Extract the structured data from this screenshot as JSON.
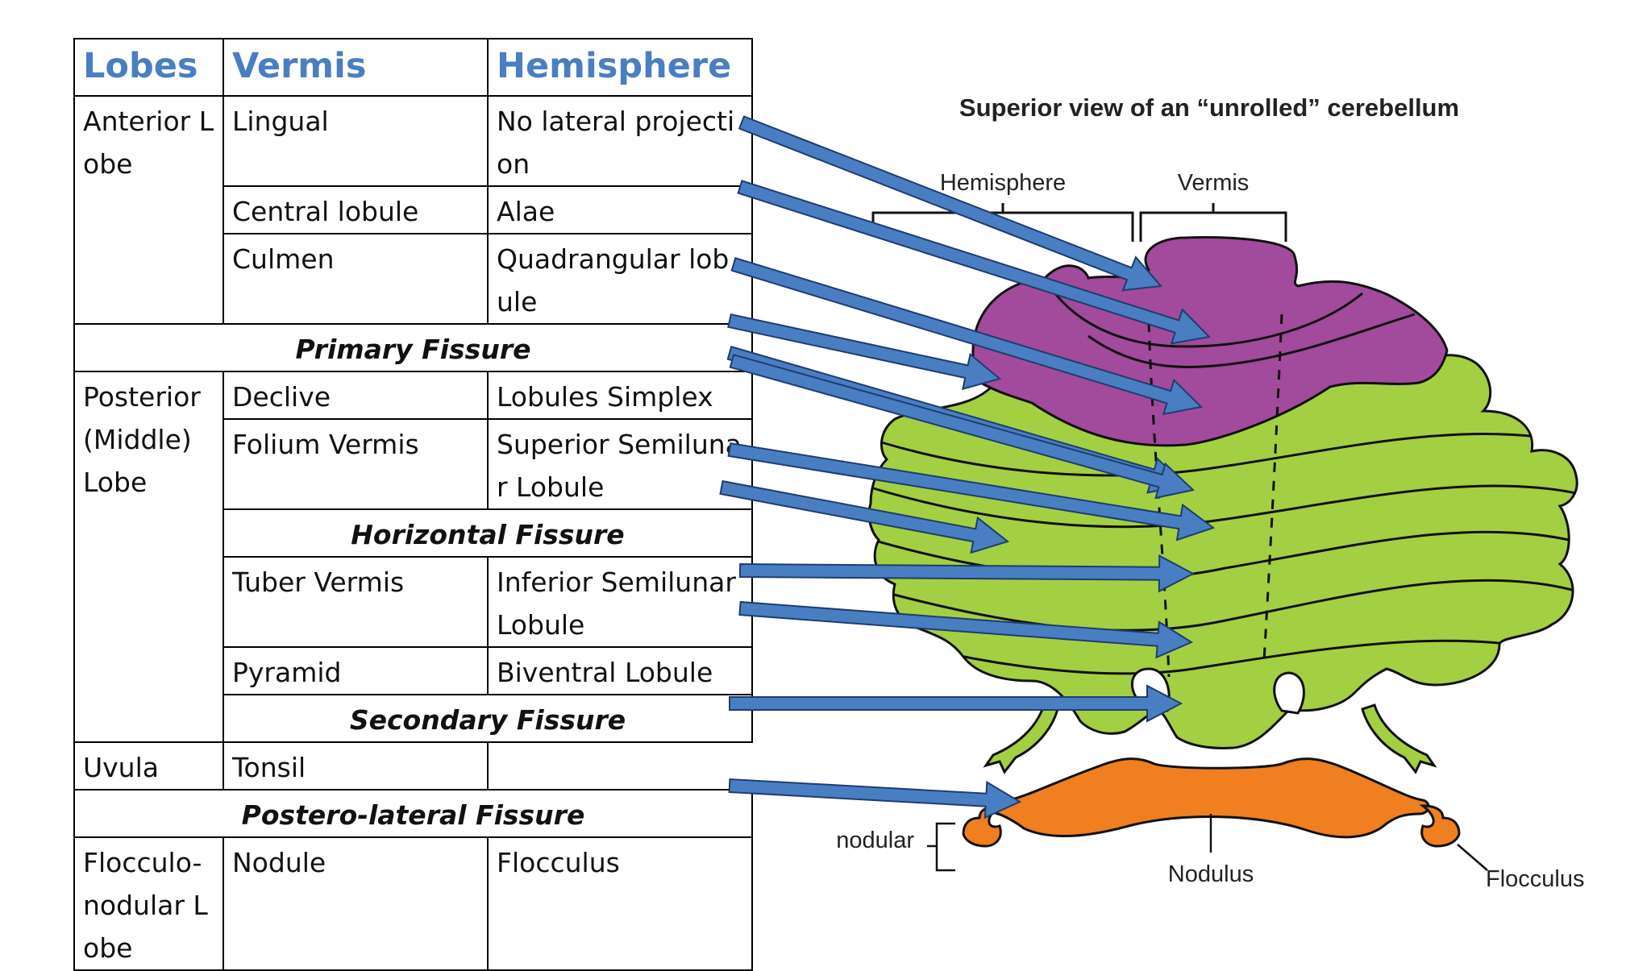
{
  "table": {
    "headers": {
      "lobes": "Lobes",
      "vermis": "Vermis",
      "hemisphere": "Hemisphere"
    },
    "anterior_lobe": "Anterior Lobe",
    "posterior_lobe": "Posterior (Middle) Lobe",
    "flocculonodular_lobe": "Flocculo-nodular Lobe",
    "rows": [
      {
        "vermis": "Lingual",
        "hemisphere": "No lateral projection"
      },
      {
        "vermis": "Central lobule",
        "hemisphere": "Alae"
      },
      {
        "vermis": "Culmen",
        "hemisphere": "Quadrangular lobule"
      },
      {
        "vermis": "Declive",
        "hemisphere": "Lobules Simplex"
      },
      {
        "vermis": "Folium Vermis",
        "hemisphere": "Superior Semilunar Lobule"
      },
      {
        "vermis": "Tuber Vermis",
        "hemisphere": "Inferior Semilunar Lobule"
      },
      {
        "vermis": "Pyramid",
        "hemisphere": "Biventral Lobule"
      },
      {
        "vermis": "Uvula",
        "hemisphere": "Tonsil"
      },
      {
        "vermis": "Nodule",
        "hemisphere": "Flocculus"
      }
    ],
    "fissures": {
      "primary": "Primary Fissure",
      "horizontal": "Horizontal Fissure",
      "secondary": "Secondary Fissure",
      "postero_lateral": "Postero-lateral Fissure"
    }
  },
  "diagram": {
    "title": "Superior view of an “unrolled” cerebellum",
    "labels": {
      "hemisphere": "Hemisphere",
      "vermis": "Vermis",
      "nodular": "nodular",
      "nodulus": "Nodulus",
      "flocculus": "Flocculus"
    },
    "colors": {
      "anterior_lobe": "#a24a9c",
      "posterior_lobe": "#a3d043",
      "flocculonodular_lobe": "#f07f1f",
      "arrow": "#4a7ec2",
      "header_text": "#4a7ec2"
    }
  }
}
